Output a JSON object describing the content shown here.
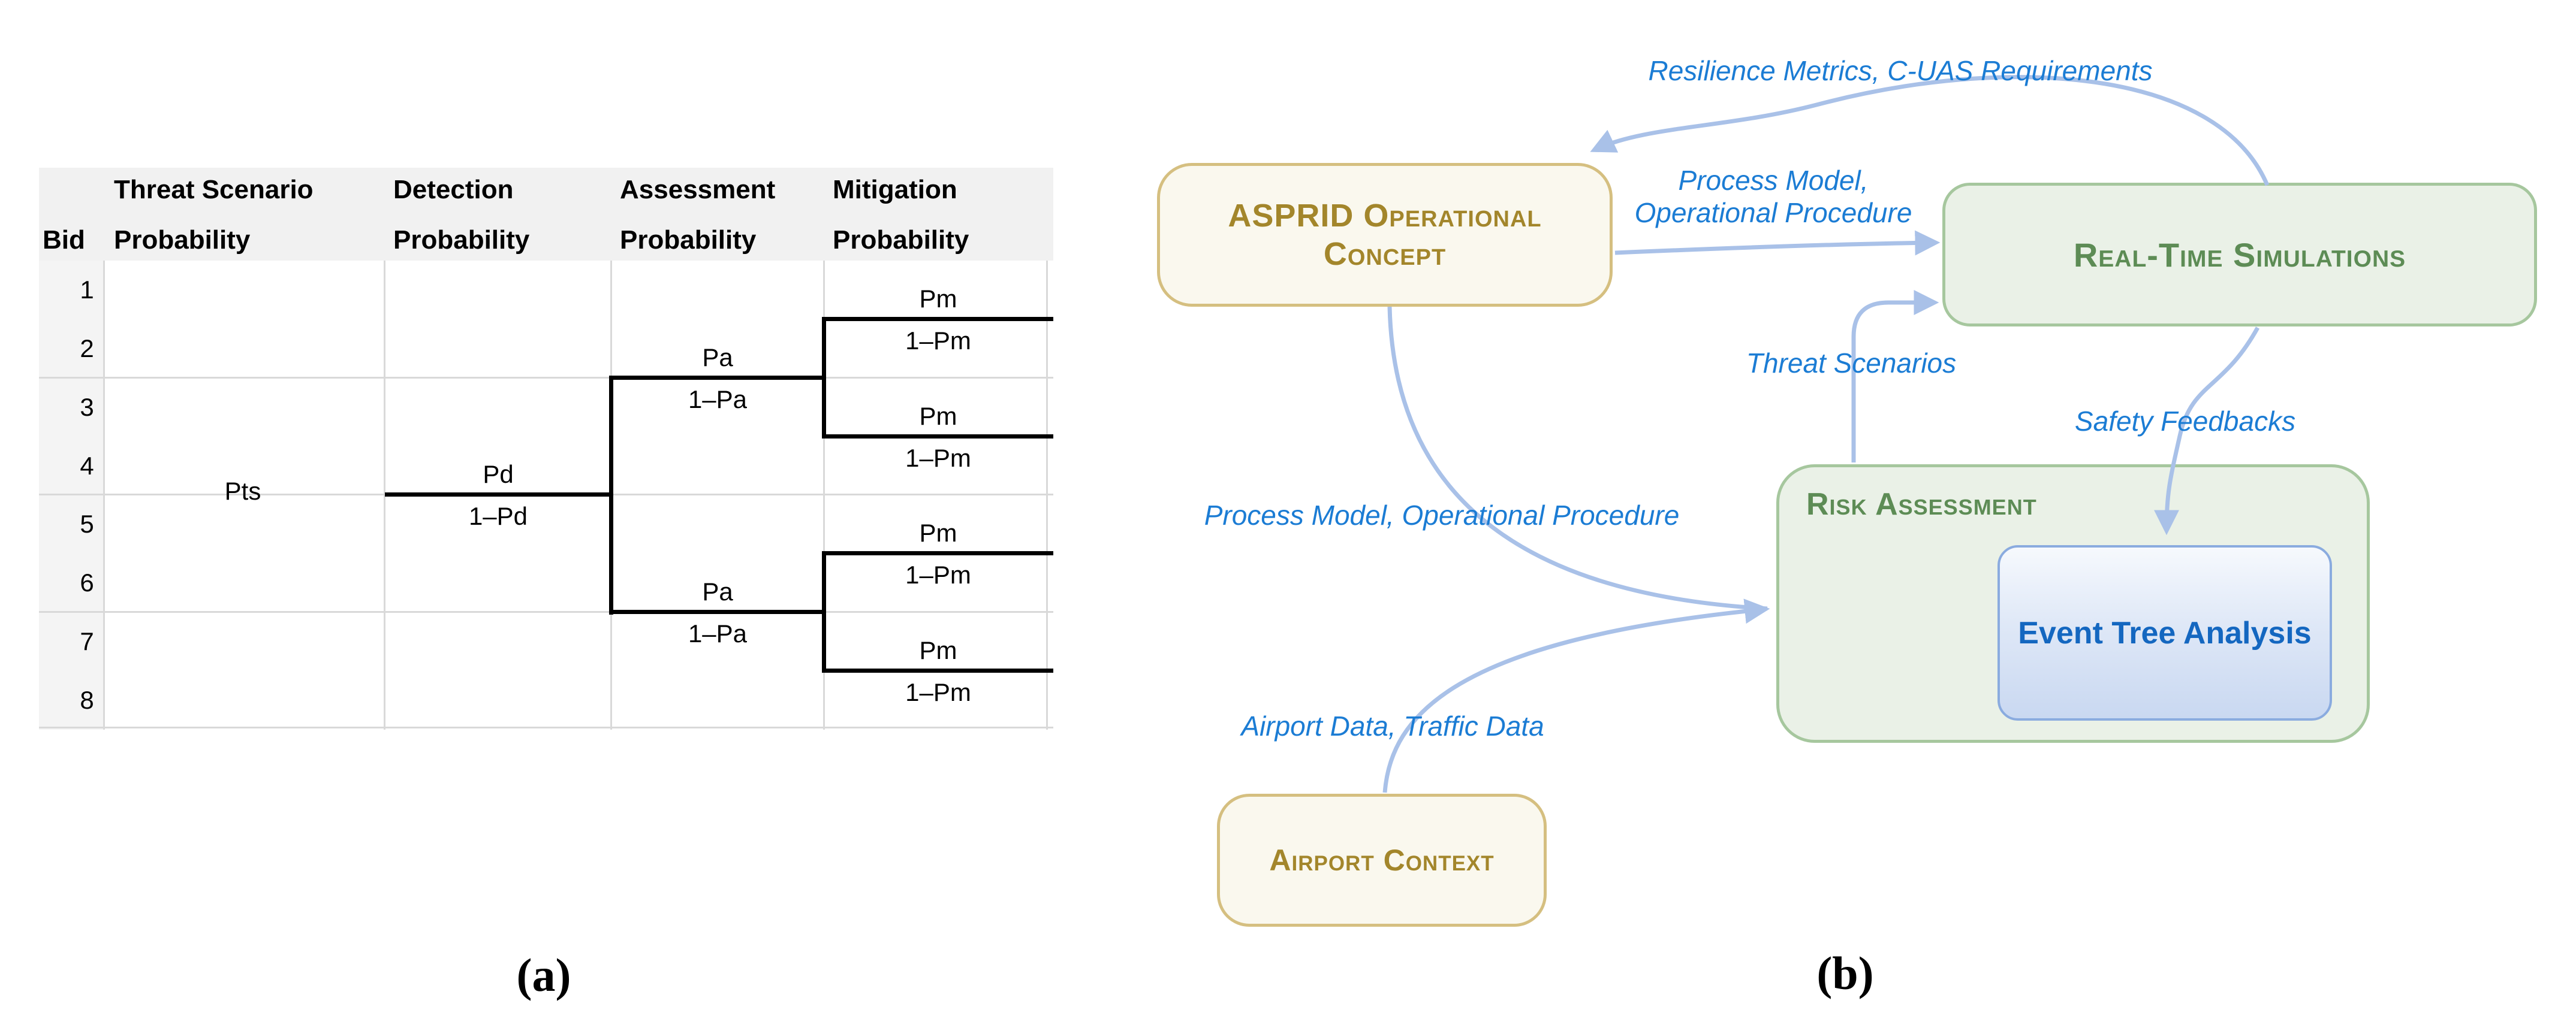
{
  "panel_a": {
    "caption": "(a)",
    "table": {
      "columns": [
        {
          "label": "Bid"
        },
        {
          "line1": "Threat Scenario",
          "line2": "Probability"
        },
        {
          "line1": "Detection",
          "line2": "Probability"
        },
        {
          "line1": "Assessment",
          "line2": "Probability"
        },
        {
          "line1": "Mitigation",
          "line2": "Probability"
        }
      ],
      "rows": [
        "1",
        "2",
        "3",
        "4",
        "5",
        "6",
        "7",
        "8"
      ],
      "labels": {
        "pts": "Pts",
        "pd": "Pd",
        "pd_not": "1–Pd",
        "pa": "Pa",
        "pa_not": "1–Pa",
        "pm": "Pm",
        "pm_not": "1–Pm"
      }
    }
  },
  "panel_b": {
    "caption": "(b)",
    "nodes": {
      "asprid": {
        "line1": "ASPRID Operational",
        "line2": "Concept"
      },
      "rts": {
        "label": "Real-Time Simulations"
      },
      "risk": {
        "label": "Risk Assessment"
      },
      "eta": {
        "label": "Event Tree Analysis"
      },
      "airport": {
        "label": "Airport Context"
      }
    },
    "edges": {
      "resilience": {
        "label": "Resilience Metrics, C-UAS Requirements"
      },
      "process_top": {
        "line1": "Process Model,",
        "line2": "Operational Procedure"
      },
      "threat": {
        "label": "Threat Scenarios"
      },
      "safety": {
        "label": "Safety Feedbacks"
      },
      "process_bottom": {
        "label": "Process Model, Operational Procedure"
      },
      "airport_data": {
        "label": "Airport Data, Traffic Data"
      }
    },
    "colors": {
      "edge_label_blue": "#1b7cd4",
      "arrow_stroke": "#a9c1e8",
      "tan_border": "#d5bf80",
      "cream_fill": "#faf8ee",
      "gold_text": "#a3862b",
      "green_border": "#a6c79e",
      "green_fill": "#eaf1e7",
      "green_text": "#5d8c55",
      "eta_border": "#8aabdf",
      "eta_text": "#1467c0"
    }
  }
}
